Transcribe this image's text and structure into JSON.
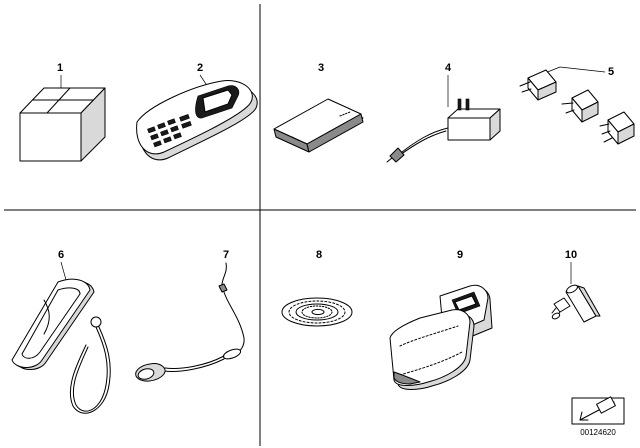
{
  "parts": [
    {
      "number": "1",
      "icon": "box-icon"
    },
    {
      "number": "2",
      "icon": "mobile-phone-icon"
    },
    {
      "number": "3",
      "icon": "battery-pack-icon"
    },
    {
      "number": "4",
      "icon": "charger-icon"
    },
    {
      "number": "5",
      "icon": "adapter-plugs-icon"
    },
    {
      "number": "6",
      "icon": "phone-case-icon"
    },
    {
      "number": "7",
      "icon": "headset-icon"
    },
    {
      "number": "8",
      "icon": "cd-rom-icon"
    },
    {
      "number": "9",
      "icon": "leather-pouch-icon"
    },
    {
      "number": "10",
      "icon": "antenna-adapter-icon"
    }
  ],
  "reference_number": "00124620",
  "colors": {
    "line": "#000000",
    "background": "#ffffff",
    "shade": "#d9d9d9"
  }
}
